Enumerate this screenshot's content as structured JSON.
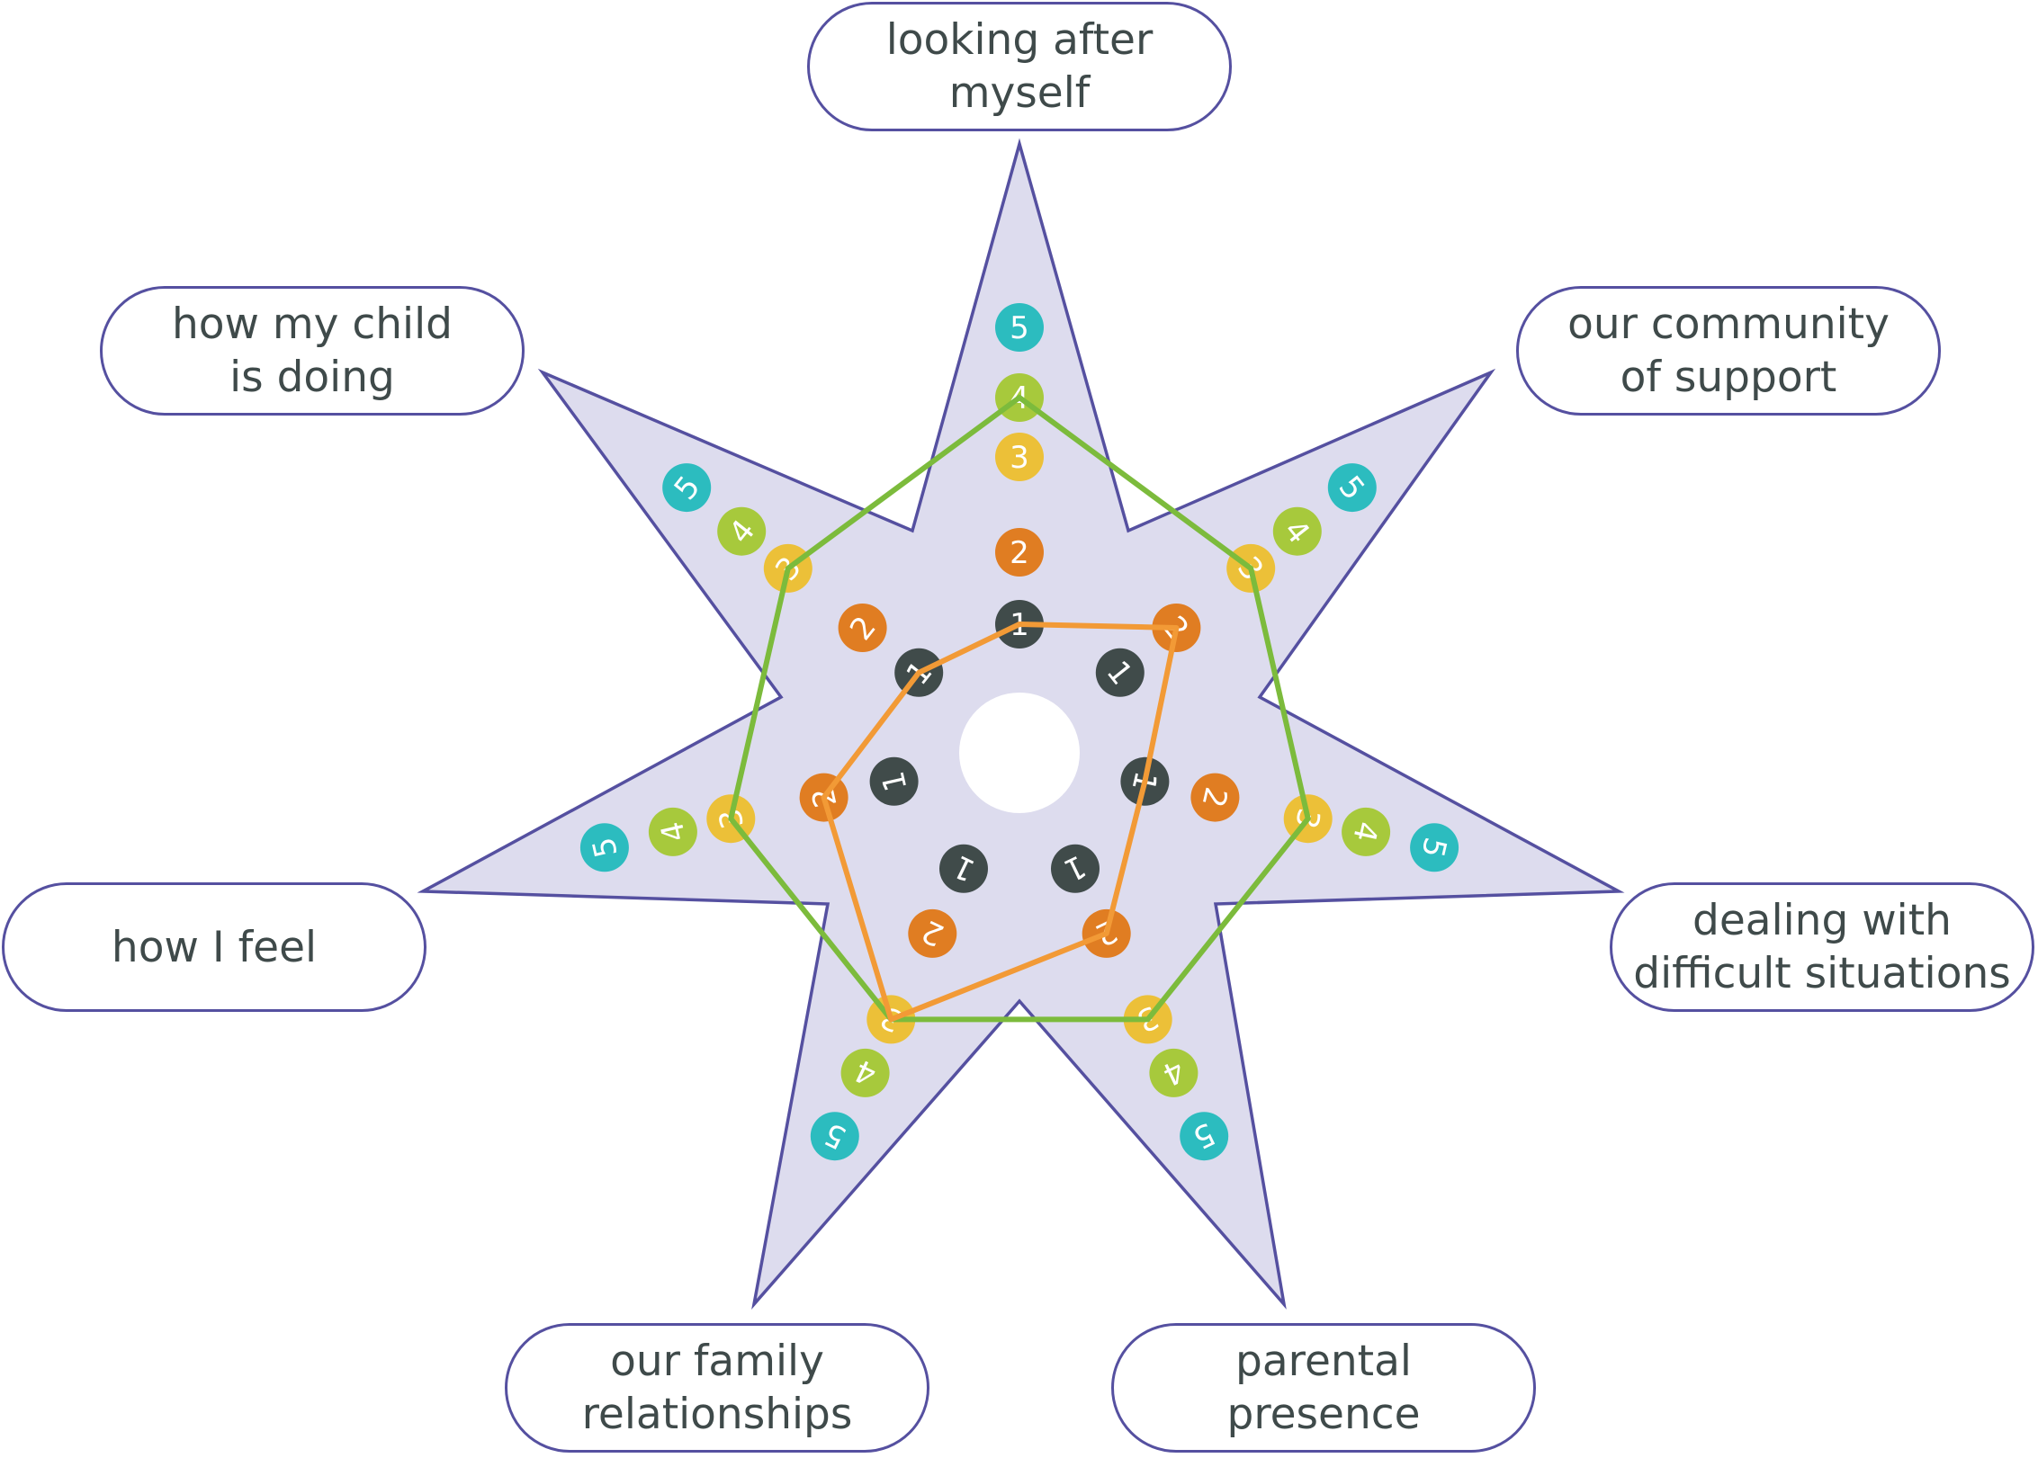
{
  "colors": {
    "star_fill": "#dddcee",
    "star_stroke": "#5550a0",
    "level_1": "#404b4a",
    "level_2": "#e07d22",
    "level_3": "#ecc038",
    "level_4": "#a7c93c",
    "level_5": "#2cbcbf",
    "green_line": "#7cbb3c",
    "orange_line": "#f29a36"
  },
  "levels": [
    "1",
    "2",
    "3",
    "4",
    "5"
  ],
  "dimensions": [
    {
      "label": "looking after\nmyself"
    },
    {
      "label": "our community\nof support"
    },
    {
      "label": "dealing with\ndifficult situations"
    },
    {
      "label": "parental\npresence"
    },
    {
      "label": "our family\nrelationships"
    },
    {
      "label": "how I feel"
    },
    {
      "label": "how my child\nis doing"
    }
  ],
  "profiles": [
    {
      "color": "green_line",
      "scores": [
        4,
        3,
        3,
        3,
        3,
        3,
        3
      ]
    },
    {
      "color": "orange_line",
      "scores": [
        1,
        2,
        1,
        2,
        3,
        2,
        1
      ]
    }
  ]
}
